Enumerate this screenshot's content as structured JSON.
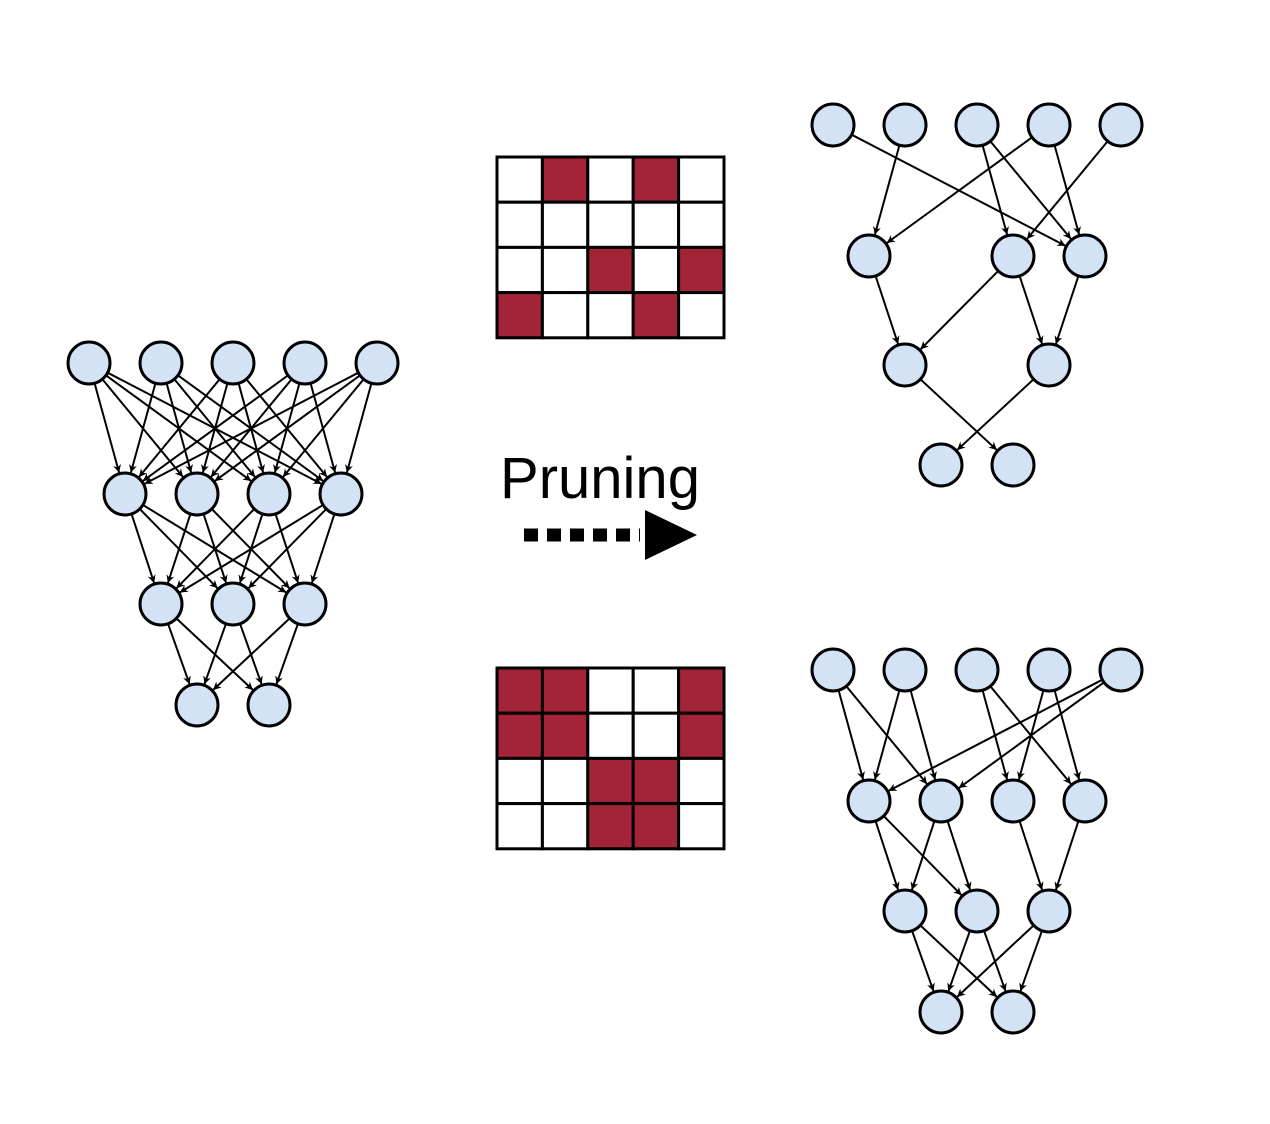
{
  "label": "Pruning",
  "colors": {
    "node_fill": "#d3e2f4",
    "masked_cell": "#a32436",
    "kept_cell": "#ffffff",
    "stroke": "#000000"
  },
  "networks": {
    "dense": {
      "layers": [
        5,
        4,
        3,
        2
      ],
      "connections": [
        [
          [
            0,
            0
          ],
          [
            0,
            1
          ],
          [
            0,
            2
          ],
          [
            0,
            3
          ],
          [
            1,
            0
          ],
          [
            1,
            1
          ],
          [
            1,
            2
          ],
          [
            1,
            3
          ],
          [
            2,
            0
          ],
          [
            2,
            1
          ],
          [
            2,
            2
          ],
          [
            2,
            3
          ],
          [
            3,
            0
          ],
          [
            3,
            1
          ],
          [
            3,
            2
          ],
          [
            3,
            3
          ],
          [
            4,
            0
          ],
          [
            4,
            1
          ],
          [
            4,
            2
          ],
          [
            4,
            3
          ]
        ],
        [
          [
            0,
            0
          ],
          [
            0,
            1
          ],
          [
            0,
            2
          ],
          [
            1,
            0
          ],
          [
            1,
            1
          ],
          [
            1,
            2
          ],
          [
            2,
            0
          ],
          [
            2,
            1
          ],
          [
            2,
            2
          ],
          [
            3,
            0
          ],
          [
            3,
            1
          ],
          [
            3,
            2
          ]
        ],
        [
          [
            0,
            0
          ],
          [
            0,
            1
          ],
          [
            1,
            0
          ],
          [
            1,
            1
          ],
          [
            2,
            0
          ],
          [
            2,
            1
          ]
        ]
      ]
    },
    "unstructured_pruned": {
      "layers": [
        5,
        3,
        2,
        2
      ],
      "connections": [
        [
          [
            0,
            2
          ],
          [
            1,
            0
          ],
          [
            2,
            1
          ],
          [
            2,
            2
          ],
          [
            3,
            0
          ],
          [
            3,
            2
          ],
          [
            4,
            1
          ]
        ],
        [
          [
            0,
            0
          ],
          [
            1,
            0
          ],
          [
            1,
            1
          ],
          [
            2,
            1
          ]
        ],
        [
          [
            0,
            1
          ],
          [
            1,
            0
          ]
        ]
      ]
    },
    "structured_pruned": {
      "layers": [
        5,
        4,
        3,
        2
      ],
      "connections": [
        [
          [
            0,
            0
          ],
          [
            0,
            1
          ],
          [
            1,
            0
          ],
          [
            1,
            1
          ],
          [
            3,
            2
          ],
          [
            3,
            3
          ],
          [
            2,
            2
          ],
          [
            2,
            3
          ],
          [
            4,
            0
          ],
          [
            4,
            1
          ]
        ],
        [
          [
            0,
            0
          ],
          [
            0,
            1
          ],
          [
            1,
            0
          ],
          [
            1,
            1
          ],
          [
            2,
            2
          ],
          [
            3,
            2
          ]
        ],
        [
          [
            0,
            0
          ],
          [
            0,
            1
          ],
          [
            1,
            0
          ],
          [
            1,
            1
          ],
          [
            2,
            0
          ],
          [
            2,
            1
          ]
        ]
      ]
    }
  },
  "masks": {
    "top": [
      [
        0,
        1,
        0,
        1,
        0
      ],
      [
        0,
        0,
        0,
        0,
        0
      ],
      [
        0,
        0,
        1,
        0,
        1
      ],
      [
        1,
        0,
        0,
        1,
        0
      ]
    ],
    "bottom": [
      [
        1,
        1,
        0,
        0,
        1
      ],
      [
        1,
        1,
        0,
        0,
        1
      ],
      [
        0,
        0,
        1,
        1,
        0
      ],
      [
        0,
        0,
        1,
        1,
        0
      ]
    ]
  }
}
